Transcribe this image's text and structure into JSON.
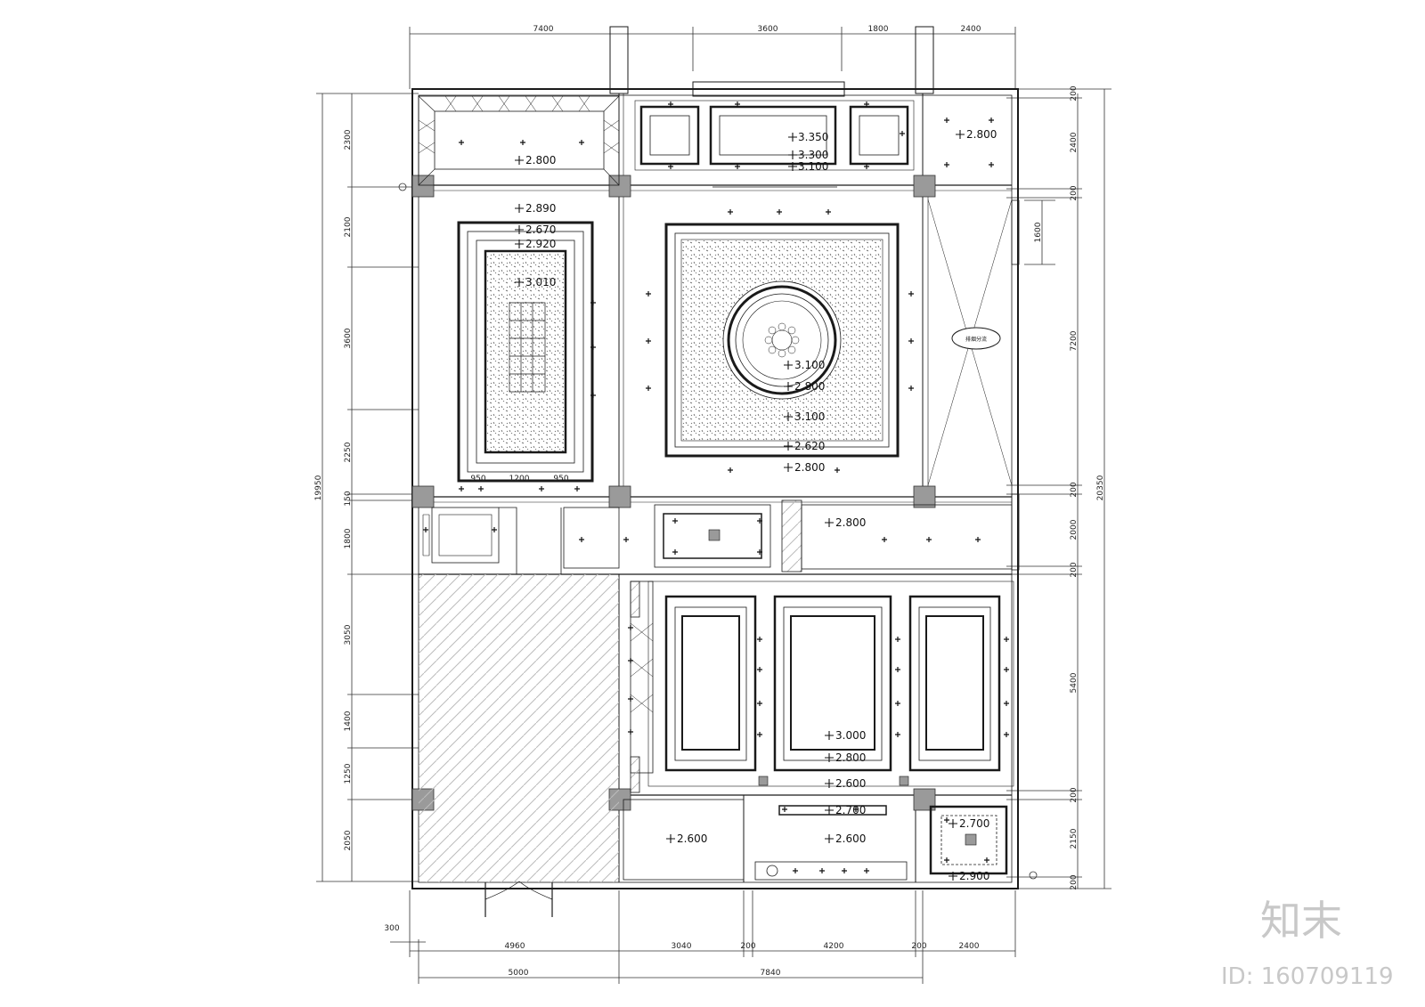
{
  "dimensions": {
    "top": [
      "7400",
      "3600",
      "1800",
      "2400"
    ],
    "bottom_row1": [
      "4960",
      "3040",
      "200",
      "4200",
      "200",
      "2400"
    ],
    "bottom_row2": [
      "5000",
      "7840"
    ],
    "bottom_left": "300",
    "left_total": "19950",
    "left": [
      "2300",
      "2100",
      "3600",
      "2250",
      "150",
      "1800",
      "3050",
      "1400",
      "1250",
      "2050"
    ],
    "right_total": "20350",
    "right": [
      "200",
      "2400",
      "200",
      "1600",
      "7200",
      "200",
      "2000",
      "200",
      "5400",
      "200",
      "2150",
      "200"
    ],
    "inner": [
      "950",
      "1200",
      "950"
    ]
  },
  "elevations": {
    "e1": "2.800",
    "e2": "3.350",
    "e3": "3.300",
    "e4": "3.100",
    "e5": "2.800",
    "e6": "2.890",
    "e7": "2.670",
    "e8": "2.920",
    "e9": "3.010",
    "e10": "3.100",
    "e11": "2.800",
    "e12": "3.100",
    "e13": "2.620",
    "e14": "2.800",
    "e15": "2.800",
    "e16": "3.000",
    "e17": "2.800",
    "e18": "2.600",
    "e19": "2.700",
    "e20": "2.600",
    "e21": "2.600",
    "e22": "2.700",
    "e23": "2.900"
  },
  "labels": {
    "oval": "排烟分流"
  },
  "watermark": {
    "logo": "知末",
    "id": "ID: 160709119"
  },
  "colors": {
    "line": "#1a1a1a",
    "column": "#9a9a9a",
    "hatch": "#bcbcbc",
    "watermark": "#c8c8c8"
  }
}
